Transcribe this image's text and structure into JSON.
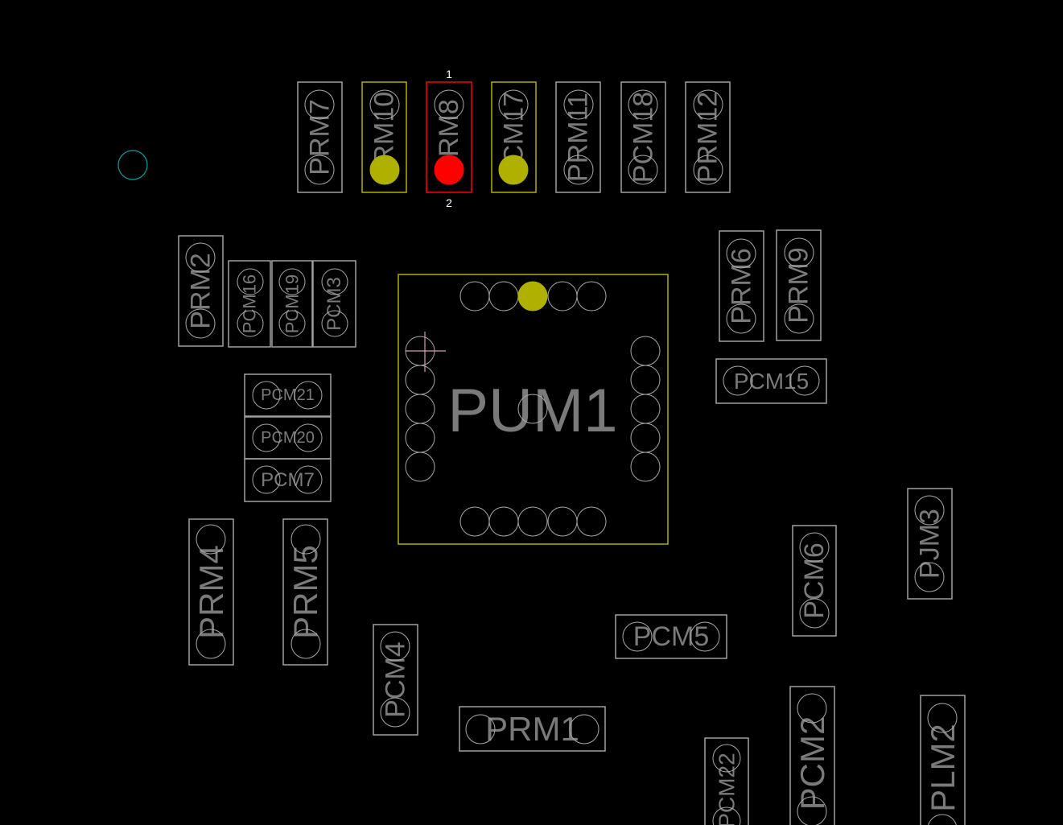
{
  "colors": {
    "background": "#000000",
    "outline": "#a0a0a0",
    "pad": "#a8a8a8",
    "label": "#7a7a7a",
    "highlight": "#b0b000",
    "selected": "#ff0000",
    "origin_marker": "#00a0a0",
    "cursor": "#d4a0b0"
  },
  "components": [
    {
      "ref": "PRM7",
      "state": "normal"
    },
    {
      "ref": "PRM10",
      "state": "highlight"
    },
    {
      "ref": "PRM8",
      "state": "selected",
      "pad_numbers": [
        "1",
        "2"
      ]
    },
    {
      "ref": "PCM17",
      "state": "highlight"
    },
    {
      "ref": "PRM11",
      "state": "normal"
    },
    {
      "ref": "PCM18",
      "state": "normal"
    },
    {
      "ref": "PRM12",
      "state": "normal"
    },
    {
      "ref": "PRM2",
      "state": "normal"
    },
    {
      "ref": "PCM16",
      "state": "normal"
    },
    {
      "ref": "PCM19",
      "state": "normal"
    },
    {
      "ref": "PCM3",
      "state": "normal"
    },
    {
      "ref": "PCM21",
      "state": "normal"
    },
    {
      "ref": "PCM20",
      "state": "normal"
    },
    {
      "ref": "PCM7",
      "state": "normal"
    },
    {
      "ref": "PRM4",
      "state": "normal"
    },
    {
      "ref": "PRM5",
      "state": "normal"
    },
    {
      "ref": "PCM4",
      "state": "normal"
    },
    {
      "ref": "PRM1",
      "state": "normal"
    },
    {
      "ref": "PCM5",
      "state": "normal"
    },
    {
      "ref": "PRM6",
      "state": "normal"
    },
    {
      "ref": "PRM9",
      "state": "normal"
    },
    {
      "ref": "PCM15",
      "state": "normal"
    },
    {
      "ref": "PCM6",
      "state": "normal"
    },
    {
      "ref": "PJM3",
      "state": "normal"
    },
    {
      "ref": "PCM2",
      "state": "normal"
    },
    {
      "ref": "PCM22",
      "state": "normal"
    },
    {
      "ref": "PLM2",
      "state": "normal"
    },
    {
      "ref": "PUM1",
      "state": "highlight"
    }
  ]
}
